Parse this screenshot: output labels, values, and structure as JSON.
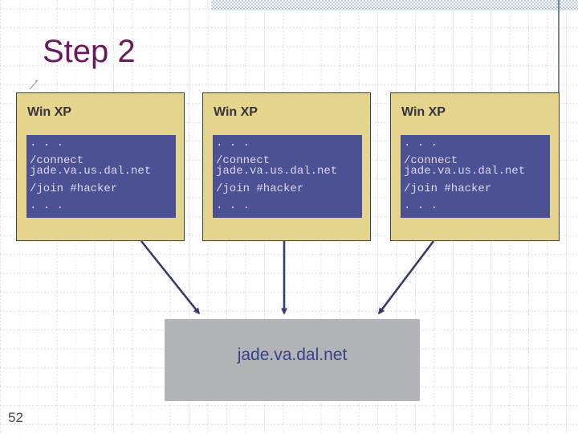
{
  "slide": {
    "title": "Step 2",
    "page_number": "52",
    "clients": [
      {
        "os_label": "Win XP",
        "terminal": [
          [
            ". . ."
          ],
          [
            "/connect",
            "jade.va.us.dal.net"
          ],
          [
            "/join #hacker"
          ],
          [
            ". . ."
          ]
        ]
      },
      {
        "os_label": "Win XP",
        "terminal": [
          [
            ". . ."
          ],
          [
            "/connect",
            "jade.va.us.dal.net"
          ],
          [
            "/join #hacker"
          ],
          [
            ". . ."
          ]
        ]
      },
      {
        "os_label": "Win XP",
        "terminal": [
          [
            ". . ."
          ],
          [
            "/connect",
            "jade.va.us.dal.net"
          ],
          [
            "/join #hacker"
          ],
          [
            ". . ."
          ]
        ]
      }
    ],
    "server": {
      "label": "jade.va.dal.net"
    },
    "colors": {
      "title_text": "#6b195f",
      "client_box_fill": "#e5d48c",
      "client_box_border": "#3f3f46",
      "client_title_text": "#33333d",
      "terminal_fill": "#4c5094",
      "terminal_text": "#d9daeb",
      "arrow": "#373b6d",
      "server_fill": "#b1b3b6",
      "server_text": "#3a4086",
      "ruler_line": "#6f89a4",
      "top_band": "#b7c9dd",
      "grid_line": "#d0d5dd",
      "page_number_text": "#45454e"
    }
  }
}
